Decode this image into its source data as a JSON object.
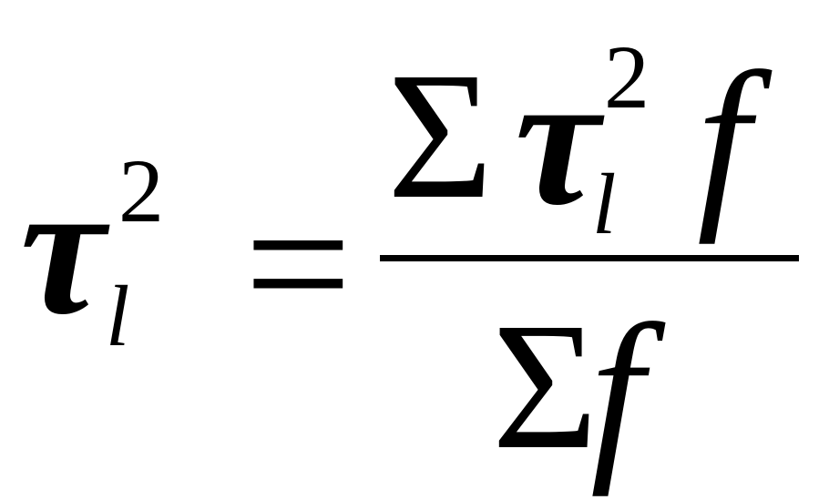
{
  "formula": {
    "lhs": {
      "base": "τ",
      "subscript": "l",
      "superscript": "2"
    },
    "equals": "=",
    "numerator": {
      "sum": "Σ",
      "base": "τ",
      "subscript": "l",
      "superscript": "2",
      "factor": "f"
    },
    "denominator": {
      "sum": "Σ",
      "factor": "f"
    }
  }
}
